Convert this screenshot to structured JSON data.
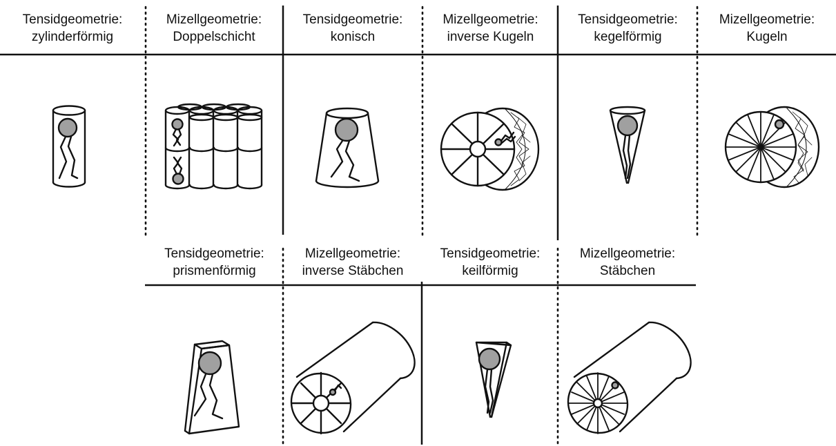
{
  "colors": {
    "line": "#111111",
    "head_fill": "#a0a0a0",
    "background": "#ffffff"
  },
  "top_row": [
    {
      "l1": "Tensidgeometrie:",
      "l2": "zylinderförmig",
      "icon": "cylinder-surfactant-icon"
    },
    {
      "l1": "Mizellgeometrie:",
      "l2": "Doppelschicht",
      "icon": "bilayer-icon"
    },
    {
      "l1": "Tensidgeometrie:",
      "l2": "konisch",
      "icon": "truncated-cone-surfactant-icon"
    },
    {
      "l1": "Mizellgeometrie:",
      "l2": "inverse Kugeln",
      "icon": "inverse-sphere-micelle-icon"
    },
    {
      "l1": "Tensidgeometrie:",
      "l2": "kegelförmig",
      "icon": "cone-surfactant-icon"
    },
    {
      "l1": "Mizellgeometrie:",
      "l2": "Kugeln",
      "icon": "sphere-micelle-icon"
    }
  ],
  "bottom_row": [
    {
      "l1": "Tensidgeometrie:",
      "l2": "prismenförmig",
      "icon": "prism-surfactant-icon"
    },
    {
      "l1": "Mizellgeometrie:",
      "l2": "inverse Stäbchen",
      "icon": "inverse-rod-micelle-icon"
    },
    {
      "l1": "Tensidgeometrie:",
      "l2": "keilförmig",
      "icon": "wedge-surfactant-icon"
    },
    {
      "l1": "Mizellgeometrie:",
      "l2": "Stäbchen",
      "icon": "rod-micelle-icon"
    }
  ]
}
